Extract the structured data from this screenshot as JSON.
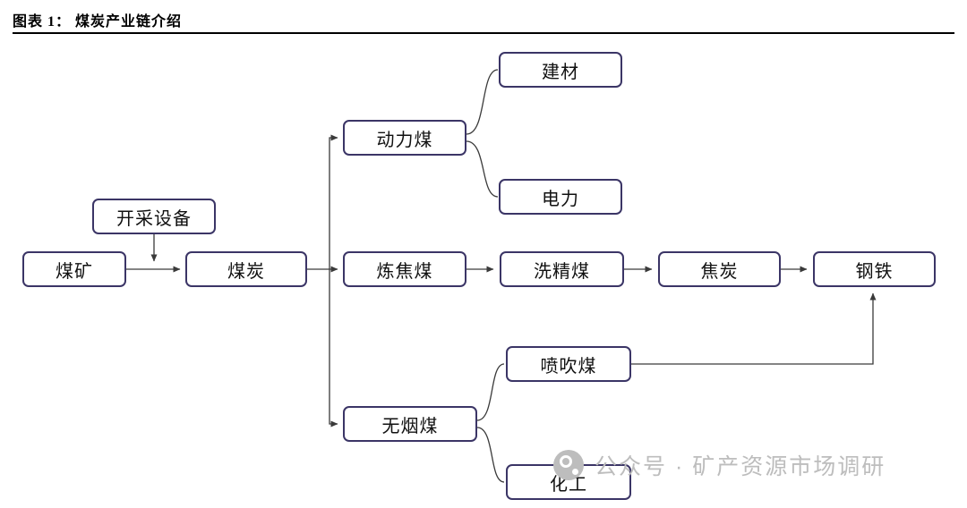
{
  "header": {
    "title": "图表 1： 煤炭产业链介绍"
  },
  "nodes": [
    {
      "id": "coal-mine",
      "label": "煤矿"
    },
    {
      "id": "mining-equipment",
      "label": "开采设备"
    },
    {
      "id": "coal",
      "label": "煤炭"
    },
    {
      "id": "thermal-coal",
      "label": "动力煤"
    },
    {
      "id": "building-materials",
      "label": "建材"
    },
    {
      "id": "electric-power",
      "label": "电力"
    },
    {
      "id": "coking-coal",
      "label": "炼焦煤"
    },
    {
      "id": "washed-coal",
      "label": "洗精煤"
    },
    {
      "id": "coke",
      "label": "焦炭"
    },
    {
      "id": "steel",
      "label": "钢铁"
    },
    {
      "id": "anthracite",
      "label": "无烟煤"
    },
    {
      "id": "pci-coal",
      "label": "喷吹煤"
    },
    {
      "id": "chemical",
      "label": "化工"
    }
  ],
  "edges": [
    {
      "from": "coal-mine",
      "to": "coal",
      "type": "arrow"
    },
    {
      "from": "mining-equipment",
      "to": "coal-mine-coal-link",
      "type": "arrow"
    },
    {
      "from": "coal",
      "to": "thermal-coal",
      "type": "arrow"
    },
    {
      "from": "coal",
      "to": "coking-coal",
      "type": "arrow"
    },
    {
      "from": "coal",
      "to": "anthracite",
      "type": "arrow"
    },
    {
      "from": "thermal-coal",
      "to": "building-materials",
      "type": "curve"
    },
    {
      "from": "thermal-coal",
      "to": "electric-power",
      "type": "curve"
    },
    {
      "from": "coking-coal",
      "to": "washed-coal",
      "type": "arrow"
    },
    {
      "from": "washed-coal",
      "to": "coke",
      "type": "arrow"
    },
    {
      "from": "coke",
      "to": "steel",
      "type": "arrow"
    },
    {
      "from": "anthracite",
      "to": "pci-coal",
      "type": "curve"
    },
    {
      "from": "anthracite",
      "to": "chemical",
      "type": "curve"
    },
    {
      "from": "pci-coal",
      "to": "steel",
      "type": "arrow"
    }
  ],
  "watermark": {
    "text": "公众号 · 矿产资源市场调研"
  },
  "colors": {
    "box_border": "#3b3566",
    "line": "#3a3a3a",
    "watermark_color": "#bdbdbd"
  }
}
